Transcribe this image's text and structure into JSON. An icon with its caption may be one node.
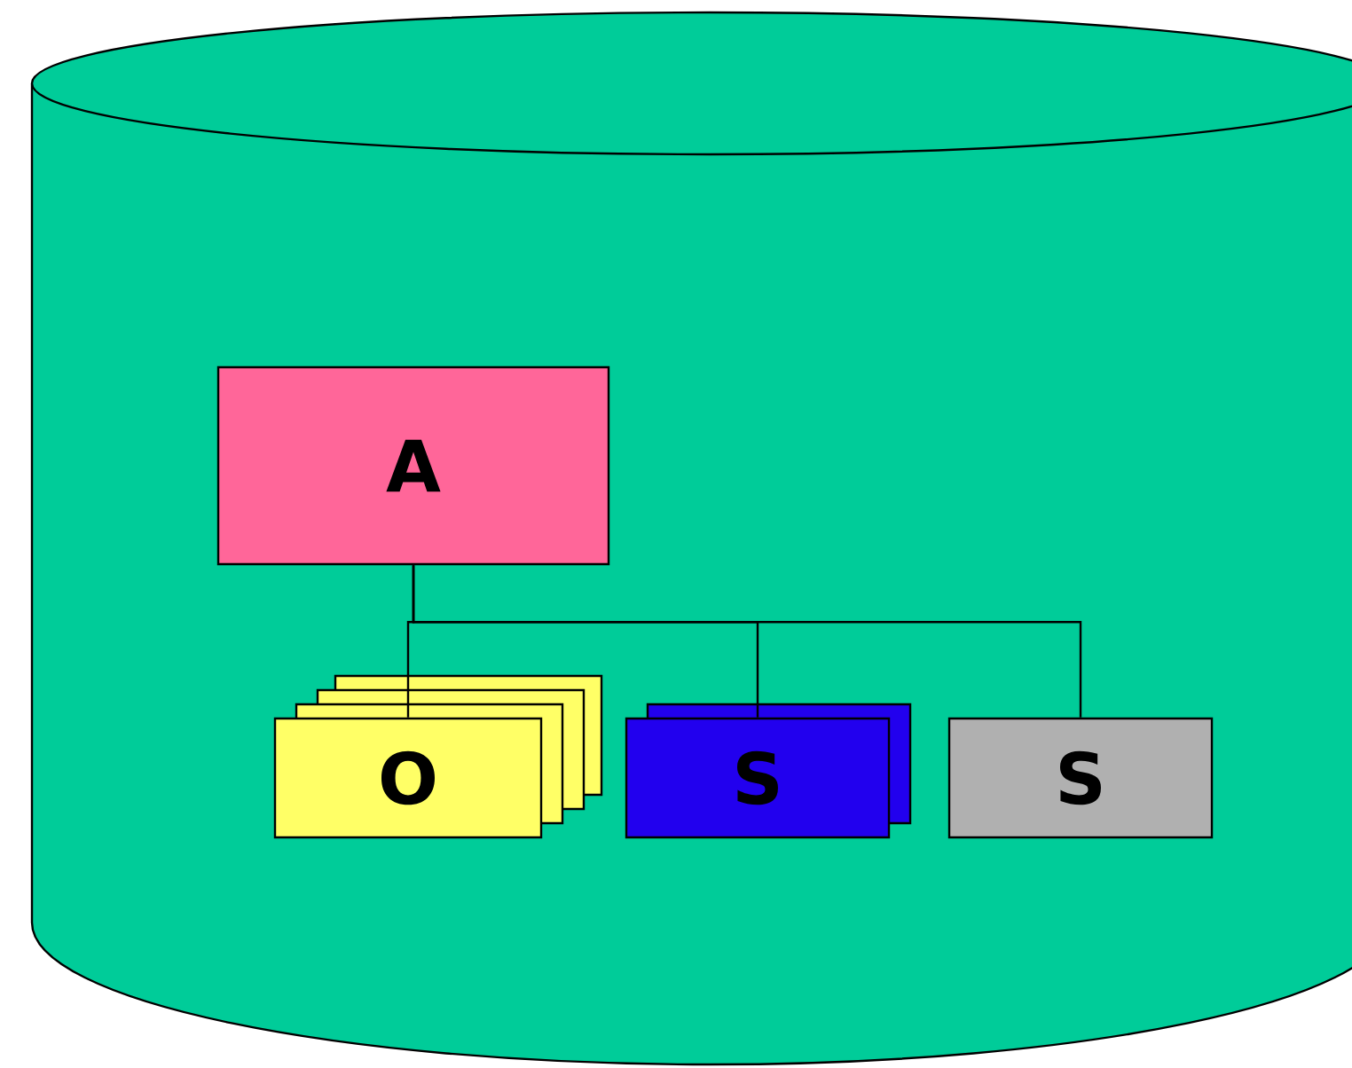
{
  "diagram": {
    "nodes": [
      {
        "text": [],
        "shape": "cylinder"
      },
      {
        "text": [
          "A"
        ],
        "in": 0
      },
      {
        "text": [
          "O"
        ],
        "in": 0
      },
      {
        "text": [
          "S"
        ],
        "in": 0
      },
      {
        "text": [
          "S"
        ],
        "in": 0
      }
    ],
    "edges": [
      {
        "from": 1,
        "to": 2,
        "arrow": "none"
      },
      {
        "from": 1,
        "to": 3,
        "arrow": "none"
      },
      {
        "from": 1,
        "to": 4,
        "arrow": "none"
      }
    ]
  }
}
